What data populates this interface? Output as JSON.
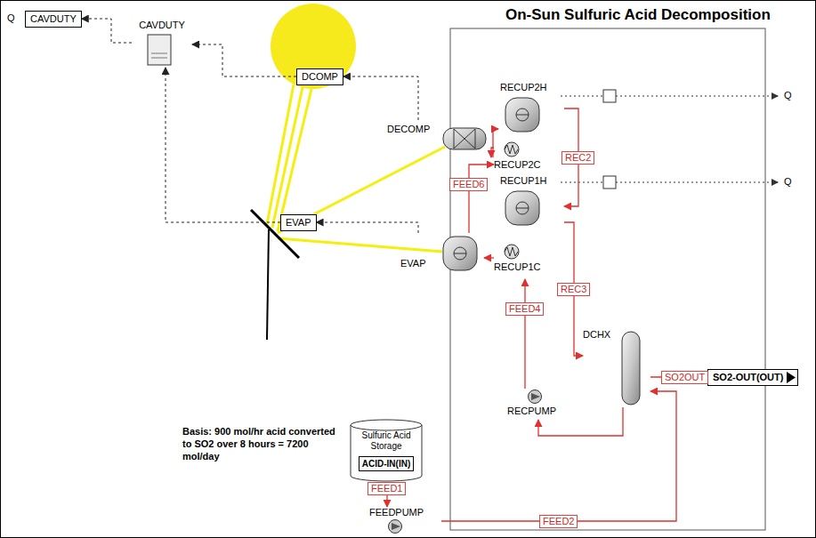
{
  "diagram": {
    "title": "On-Sun Sulfuric Acid Decomposition",
    "nodes": [
      {
        "text": [
          "CAVDUTY"
        ]
      },
      {
        "text": [
          "CAVDUTY"
        ]
      },
      {
        "text": [
          "DCOMP"
        ]
      },
      {
        "text": [
          "EVAP"
        ]
      },
      {
        "text": [
          "DECOMP"
        ]
      },
      {
        "text": [
          "RECUP2H"
        ]
      },
      {
        "text": [
          "RECUP2C"
        ]
      },
      {
        "text": [
          "RECUP1H"
        ]
      },
      {
        "text": [
          "EVAP"
        ]
      },
      {
        "text": [
          "RECUP1C"
        ]
      },
      {
        "text": [
          "DCHX"
        ]
      },
      {
        "text": [
          "RECPUMP"
        ]
      },
      {
        "text": [
          "SO2-OUT(OUT)"
        ]
      },
      {
        "text": [
          "Sulfuric Acid Storage",
          "ACID-IN(IN)"
        ]
      },
      {
        "text": [
          "FEEDPUMP"
        ]
      }
    ],
    "edges": [
      {
        "from": 1,
        "to": 0,
        "arrow": "to"
      },
      {
        "from": 2,
        "to": 1,
        "arrow": "to"
      },
      {
        "from": 3,
        "to": 1,
        "arrow": "to"
      },
      {
        "from": 4,
        "to": 2,
        "arrow": "to"
      },
      {
        "from": 8,
        "to": 3,
        "arrow": "to"
      },
      {
        "from": 8,
        "to": 6,
        "arrow": "to",
        "label": "FEED6"
      },
      {
        "from": 6,
        "to": 4,
        "arrow": "to"
      },
      {
        "from": 4,
        "to": 5,
        "arrow": "to"
      },
      {
        "from": 5,
        "to": 7,
        "arrow": "to",
        "label": "REC2"
      },
      {
        "from": 7,
        "to": 10,
        "arrow": "to",
        "label": "REC3"
      },
      {
        "from": 11,
        "to": 9,
        "arrow": "to",
        "label": "FEED4"
      },
      {
        "from": 9,
        "to": 8,
        "arrow": "to"
      },
      {
        "from": 10,
        "to": 11,
        "arrow": "to"
      },
      {
        "from": 10,
        "to": 12,
        "arrow": "to",
        "label": "SO2OUT"
      },
      {
        "from": 13,
        "to": 14,
        "arrow": "to",
        "label": "FEED1"
      },
      {
        "from": 14,
        "to": 10,
        "arrow": "to",
        "label": "FEED2"
      }
    ],
    "labels": [
      "Q",
      "Q",
      "Q",
      "Basis: 900 mol/hr acid converted to SO2 over 8 hours = 7200 mol/day"
    ]
  }
}
